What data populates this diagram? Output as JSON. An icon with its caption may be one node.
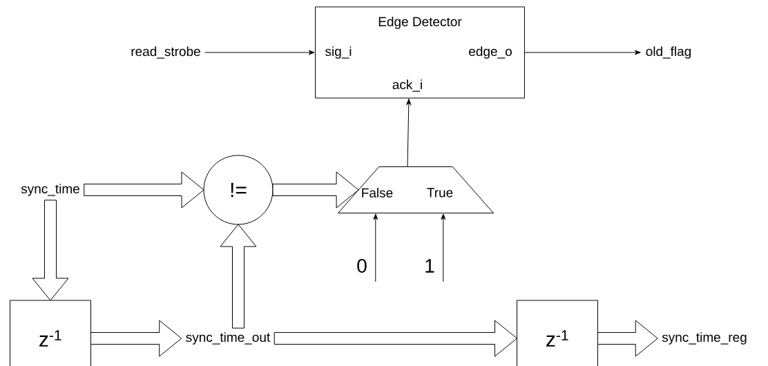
{
  "diagram": {
    "nodes": [
      {
        "text": [
          "Edge Detector",
          "sig_i",
          "edge_o",
          "ack_i"
        ]
      },
      {
        "text": [
          "read_strobe"
        ]
      },
      {
        "text": [
          "old_flag"
        ]
      },
      {
        "text": [
          "sync_time"
        ]
      },
      {
        "text": [
          "!="
        ]
      },
      {
        "text": [
          "False",
          "True"
        ]
      },
      {
        "text": [
          "0"
        ]
      },
      {
        "text": [
          "1"
        ]
      },
      {
        "text": [
          "z$^{-1}$"
        ]
      },
      {
        "text": [
          "sync_time_out"
        ]
      },
      {
        "text": [
          "z$^{-1}$"
        ]
      },
      {
        "text": [
          "sync_time_reg"
        ]
      }
    ],
    "edges": [
      {
        "from": 1,
        "to": 0,
        "arrow": "to"
      },
      {
        "from": 0,
        "to": 2,
        "arrow": "to"
      },
      {
        "from": 5,
        "to": 0,
        "arrow": "to"
      },
      {
        "from": 3,
        "to": 4,
        "arrow": "to",
        "style": "thick"
      },
      {
        "from": 4,
        "to": 5,
        "arrow": "to",
        "style": "thick"
      },
      {
        "from": 6,
        "to": 5,
        "arrow": "to"
      },
      {
        "from": 7,
        "to": 5,
        "arrow": "to"
      },
      {
        "from": 3,
        "to": 8,
        "arrow": "to",
        "style": "thick"
      },
      {
        "from": 9,
        "to": 4,
        "arrow": "to",
        "style": "thick"
      },
      {
        "from": 8,
        "to": 9,
        "arrow": "to",
        "style": "thick"
      },
      {
        "from": 9,
        "to": 10,
        "arrow": "to",
        "style": "thick"
      },
      {
        "from": 10,
        "to": 11,
        "arrow": "to",
        "style": "thick"
      }
    ]
  }
}
